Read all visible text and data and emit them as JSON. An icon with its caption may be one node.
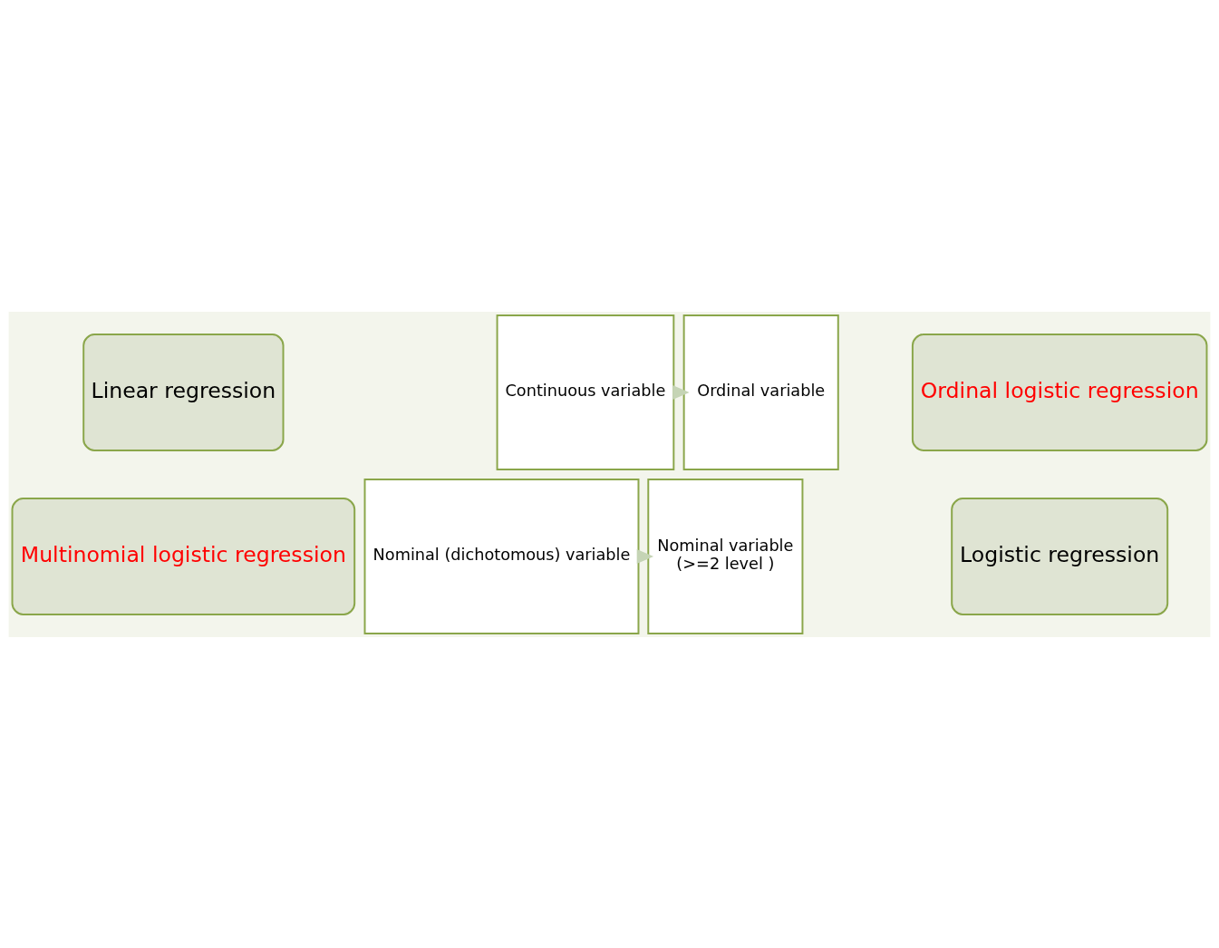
{
  "diagram": {
    "nodes": [
      {
        "text": [
          "Linear regression"
        ]
      },
      {
        "text": [
          "Continuous variable"
        ]
      },
      {
        "text": [
          "Ordinal variable"
        ]
      },
      {
        "text": [
          "Ordinal logistic regression"
        ]
      },
      {
        "text": [
          "Multinomial logistic regression"
        ]
      },
      {
        "text": [
          "Nominal variable",
          "(>=2 level )"
        ]
      },
      {
        "text": [
          "Nominal (dichotomous) variable"
        ]
      },
      {
        "text": [
          "Logistic regression"
        ]
      }
    ],
    "edges": [
      {
        "from": 1,
        "to": 2,
        "arrow": "to",
        "style": "thick"
      },
      {
        "from": 6,
        "to": 5,
        "arrow": "to",
        "style": "thick"
      }
    ]
  }
}
